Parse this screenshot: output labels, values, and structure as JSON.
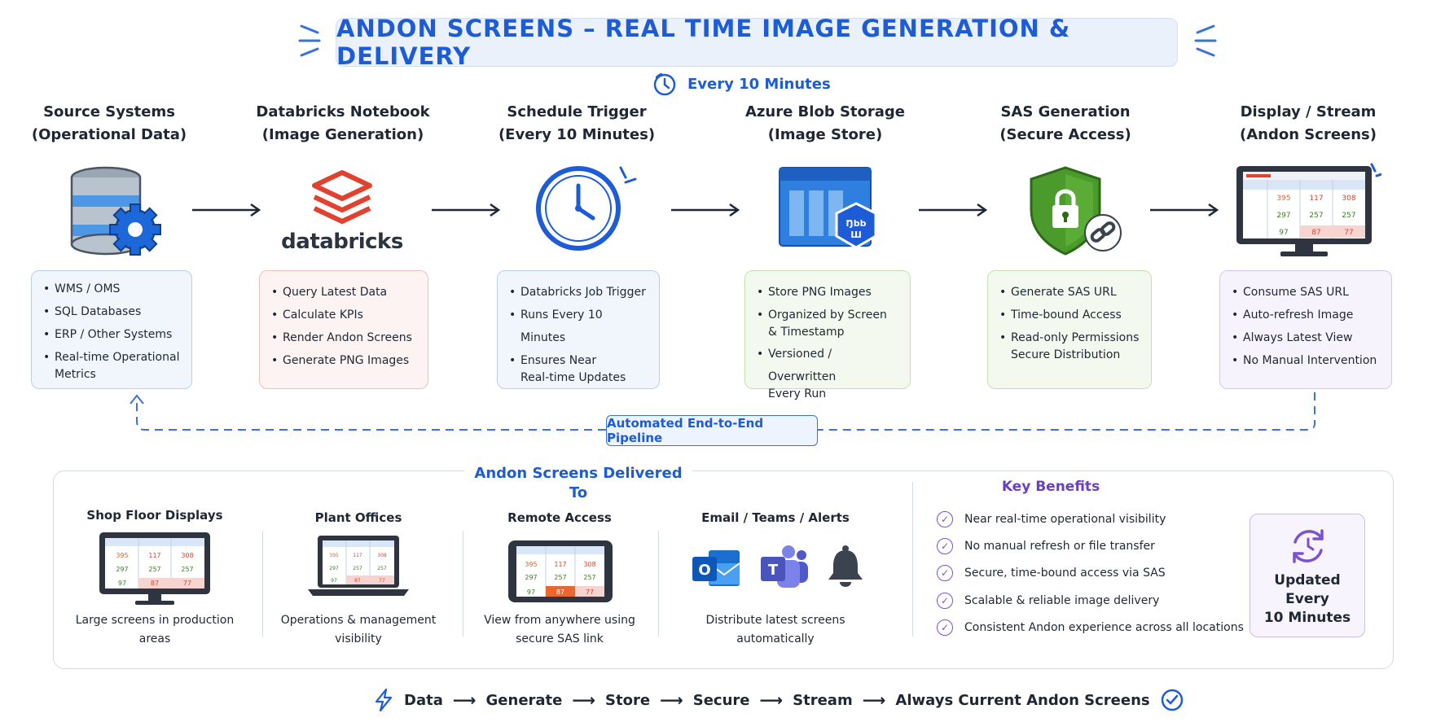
{
  "title": "ANDON SCREENS – REAL TIME IMAGE GENERATION & DELIVERY",
  "cadence": "Every 10 Minutes",
  "stages": [
    {
      "title_line1": "Source Systems",
      "title_line2": "(Operational Data)",
      "icon": "database-gear-icon",
      "bullets": [
        "WMS / OMS",
        "SQL Databases",
        "ERP / Other Systems",
        "Real-time Operational",
        "Metrics"
      ]
    },
    {
      "title_line1": "Databricks Notebook",
      "title_line2": "(Image Generation)",
      "icon": "databricks-logo",
      "logo_text": "databricks",
      "bullets": [
        "Query Latest Data",
        "Calculate KPIs",
        "Render Andon Screens",
        "Generate PNG Images"
      ]
    },
    {
      "title_line1": "Schedule Trigger",
      "title_line2": "(Every 10 Minutes)",
      "icon": "clock-icon",
      "bullets": [
        "Databricks Job Trigger",
        "Runs Every 10 Minutes",
        "Ensures Near",
        "Real-time Updates"
      ]
    },
    {
      "title_line1": "Azure Blob Storage",
      "title_line2": "(Image Store)",
      "icon": "blob-storage-icon",
      "bullets": [
        "Store PNG Images",
        "Organized by Screen",
        "& Timestamp",
        "Versioned / Overwritten",
        "Every Run"
      ]
    },
    {
      "title_line1": "SAS Generation",
      "title_line2": "(Secure Access)",
      "icon": "shield-lock-icon",
      "bullets": [
        "Generate SAS URL",
        "Time-bound Access",
        "Read-only Permissions",
        "Secure Distribution"
      ]
    },
    {
      "title_line1": "Display / Stream",
      "title_line2": "(Andon Screens)",
      "icon": "monitor-icon",
      "bullets": [
        "Consume SAS URL",
        "Auto-refresh Image",
        "Always Latest View",
        "No Manual Intervention"
      ]
    }
  ],
  "screen_values": {
    "row1": [
      "395",
      "117",
      "308"
    ],
    "row2": [
      "297",
      "257",
      "257"
    ],
    "row3": [
      "97",
      "87",
      "77"
    ]
  },
  "pipeline_label": "Automated End-to-End Pipeline",
  "delivery": {
    "heading": "Andon Screens Delivered To",
    "destinations": [
      {
        "title": "Shop Floor Displays",
        "desc1": "Large screens in production",
        "desc2": "areas"
      },
      {
        "title": "Plant Offices",
        "desc1": "Operations & management",
        "desc2": "visibility"
      },
      {
        "title": "Remote Access",
        "desc1": "View from anywhere using",
        "desc2": "secure SAS link"
      },
      {
        "title": "Email / Teams / Alerts",
        "desc1": "Distribute latest screens",
        "desc2": "automatically"
      }
    ]
  },
  "benefits": {
    "heading": "Key Benefits",
    "items": [
      "Near real-time operational visibility",
      "No manual refresh or file transfer",
      "Secure, time-bound access via SAS",
      "Scalable & reliable image delivery",
      "Consistent Andon experience across all locations"
    ]
  },
  "updated": {
    "line1": "Updated",
    "line2": "Every",
    "line3": "10 Minutes"
  },
  "footer_flow": [
    "Data",
    "Generate",
    "Store",
    "Secure",
    "Stream",
    "Always Current Andon Screens"
  ],
  "colors": {
    "accent_blue": "#1d5cd6",
    "databricks_red": "#e0422f",
    "shield_green": "#4a9a2c",
    "benefit_purple": "#7b52d1"
  }
}
